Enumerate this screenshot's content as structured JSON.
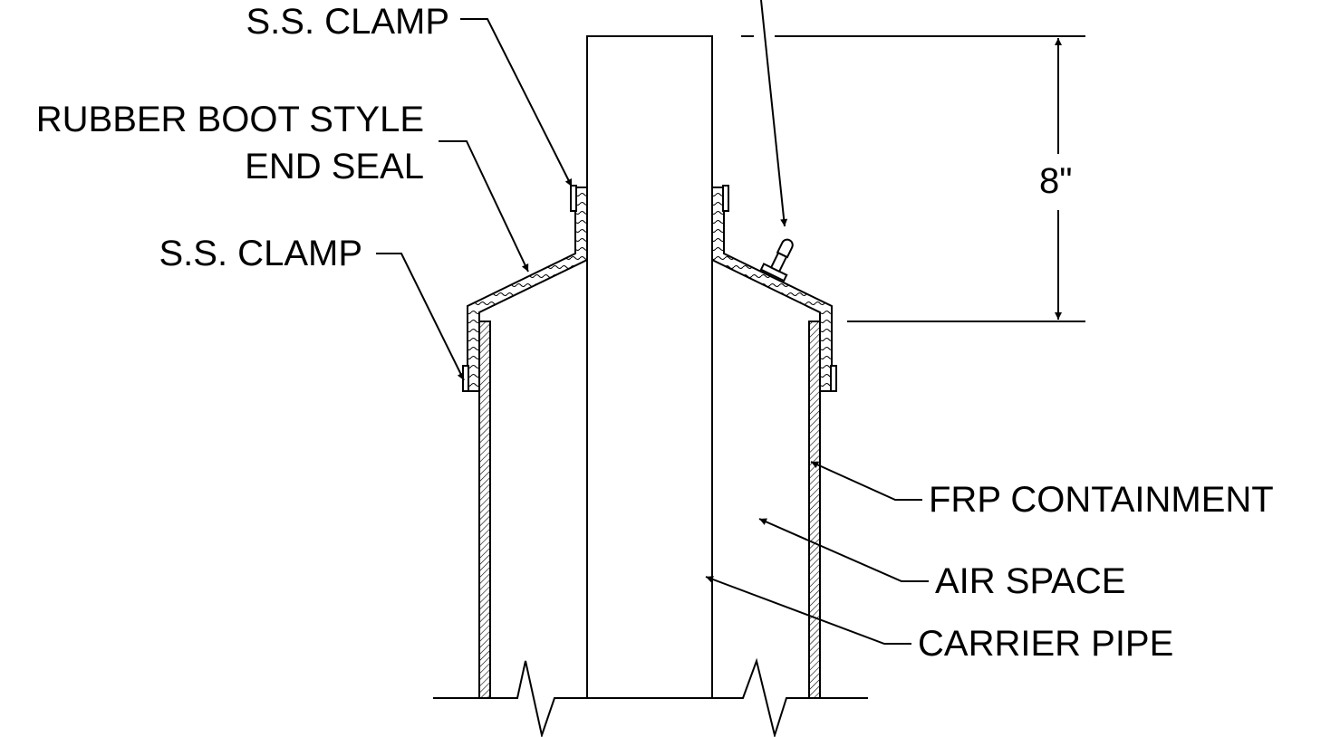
{
  "labels": {
    "clamp_top": "S.S. CLAMP",
    "end_seal_line1": "RUBBER BOOT STYLE",
    "end_seal_line2": "END SEAL",
    "clamp_lower": "S.S. CLAMP",
    "dimension": "8\"",
    "frp": "FRP CONTAINMENT",
    "air_space": "AIR SPACE",
    "carrier_pipe": "CARRIER PIPE"
  },
  "colors": {
    "ink": "#000000",
    "background": "#ffffff"
  }
}
